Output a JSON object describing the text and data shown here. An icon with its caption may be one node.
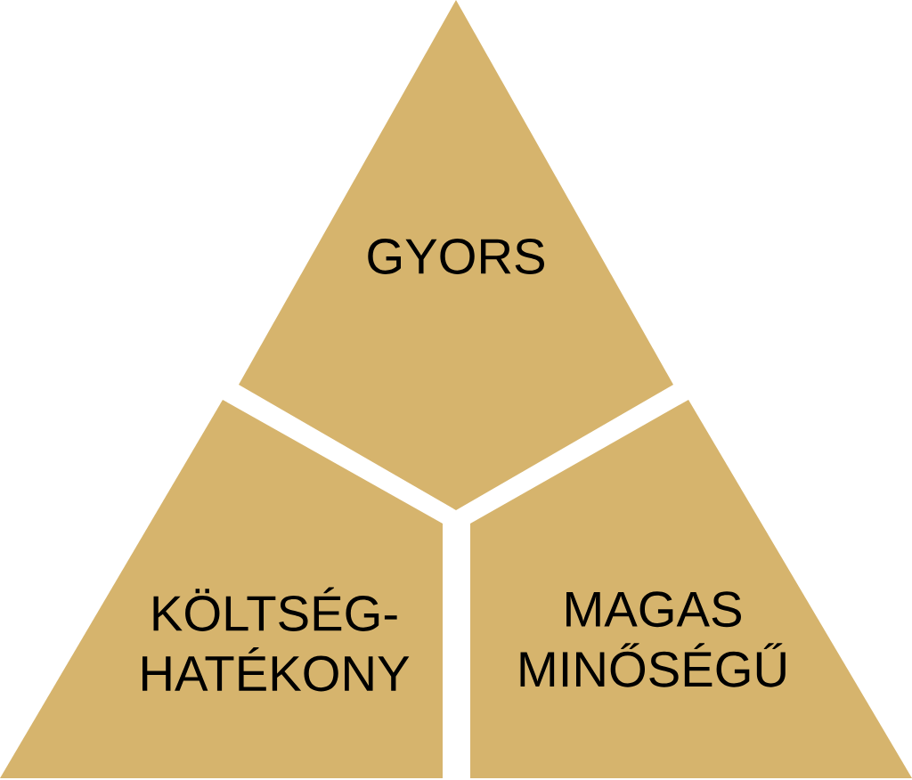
{
  "diagram": {
    "nodes": [
      {
        "text": [
          "GYORS"
        ]
      },
      {
        "text": [
          "KÖLTSÉG- HATÉKONY"
        ]
      },
      {
        "text": [
          "MAGAS MINŐSÉGŰ"
        ]
      }
    ]
  }
}
